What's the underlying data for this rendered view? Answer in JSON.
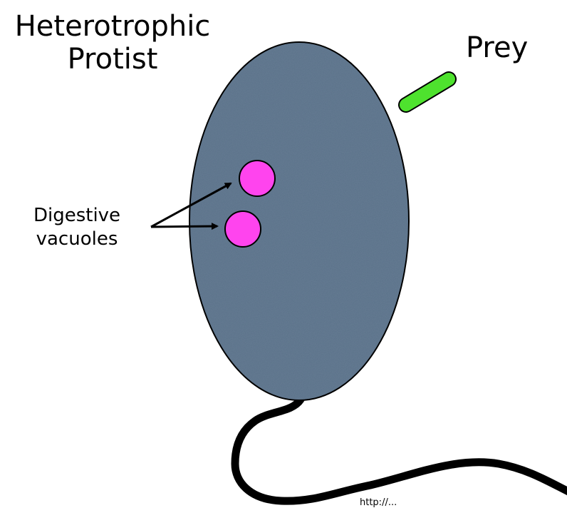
{
  "diagram": {
    "title_lines": [
      "Heterotrophic",
      "Protist"
    ],
    "prey_label": "Prey",
    "vacuole_label_lines": [
      "Digestive",
      "vacuoles"
    ],
    "source_text": "http://..."
  },
  "colors": {
    "cell_fill": "#5a7189",
    "cell_outline": "#000000",
    "prey_fill": "#4ee22e",
    "vacuole_fill": "#ff44ee",
    "flagellum": "#000000",
    "background": "#ffffff"
  }
}
